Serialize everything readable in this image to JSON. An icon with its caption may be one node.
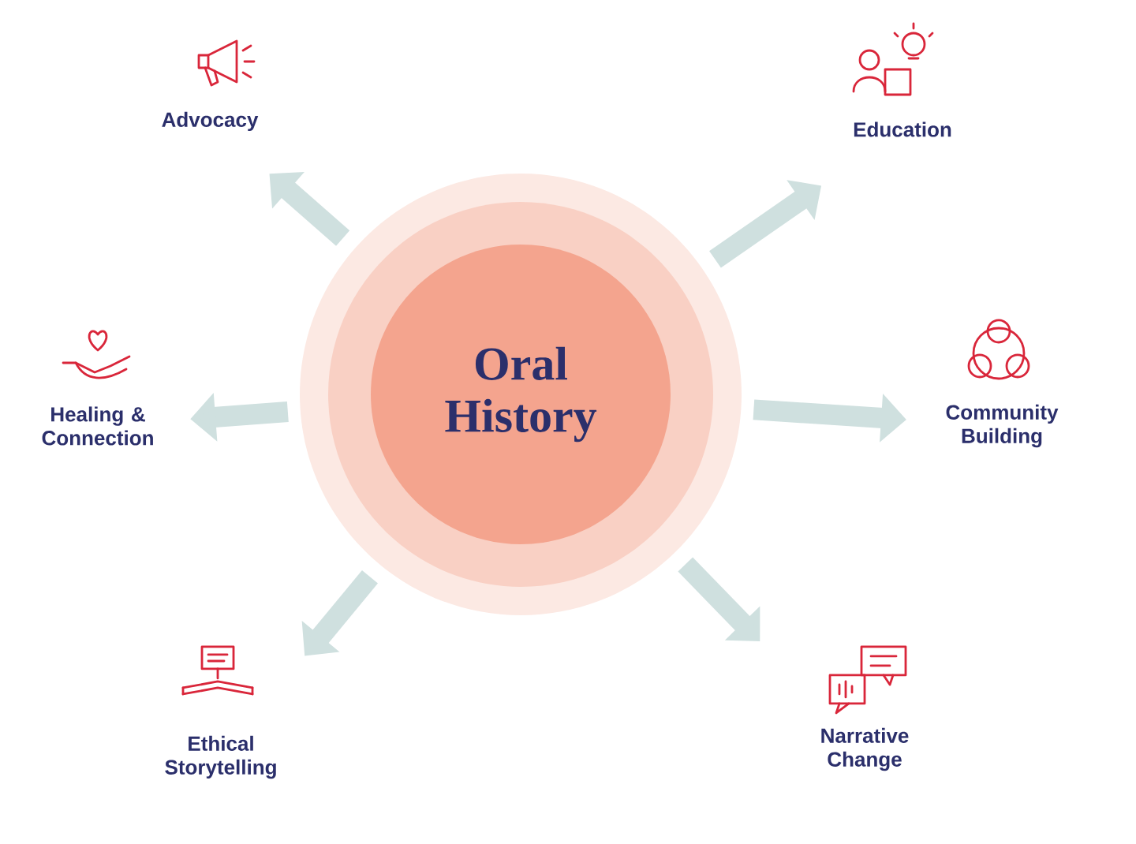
{
  "diagram": {
    "nodes": [
      {
        "text": [
          "Oral History"
        ]
      },
      {
        "text": [
          "Advocacy"
        ]
      },
      {
        "text": [
          "Education"
        ]
      },
      {
        "text": [
          "Healing & Connection"
        ]
      },
      {
        "text": [
          "Community Building"
        ]
      },
      {
        "text": [
          "Ethical Storytelling"
        ]
      },
      {
        "text": [
          "Narrative Change"
        ]
      }
    ],
    "edges": [
      {
        "from": 0,
        "to": 1,
        "arrow": "to"
      },
      {
        "from": 0,
        "to": 2,
        "arrow": "to"
      },
      {
        "from": 0,
        "to": 3,
        "arrow": "to"
      },
      {
        "from": 0,
        "to": 4,
        "arrow": "to"
      },
      {
        "from": 0,
        "to": 5,
        "arrow": "to"
      },
      {
        "from": 0,
        "to": 6,
        "arrow": "to"
      }
    ]
  }
}
